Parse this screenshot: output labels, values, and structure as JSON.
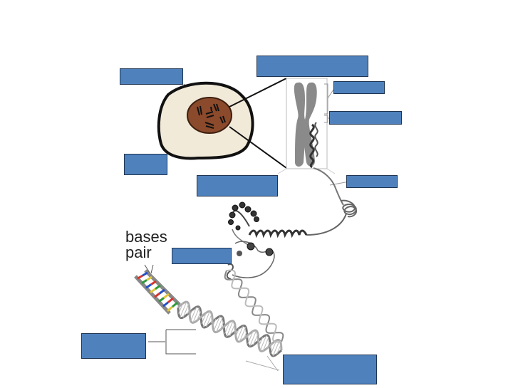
{
  "caption": {
    "line1": "bases",
    "line2": "pair"
  },
  "colors": {
    "label_fill": "#4f81bd",
    "label_border": "#1f3552",
    "cytoplasm": "#f2ead9",
    "nucleus": "#8b4a2b",
    "chromosome": "#8a8a8a",
    "base_colors": [
      "#d9342b",
      "#2f9a3b",
      "#2350c8",
      "#e0c53a"
    ]
  },
  "labels": [
    {
      "id": "blank-1",
      "text": ""
    },
    {
      "id": "blank-2",
      "text": ""
    },
    {
      "id": "blank-3",
      "text": ""
    },
    {
      "id": "blank-4",
      "text": ""
    },
    {
      "id": "blank-5",
      "text": ""
    },
    {
      "id": "blank-6",
      "text": ""
    },
    {
      "id": "blank-7",
      "text": ""
    },
    {
      "id": "blank-8",
      "text": ""
    },
    {
      "id": "blank-9",
      "text": ""
    },
    {
      "id": "blank-10",
      "text": ""
    }
  ]
}
